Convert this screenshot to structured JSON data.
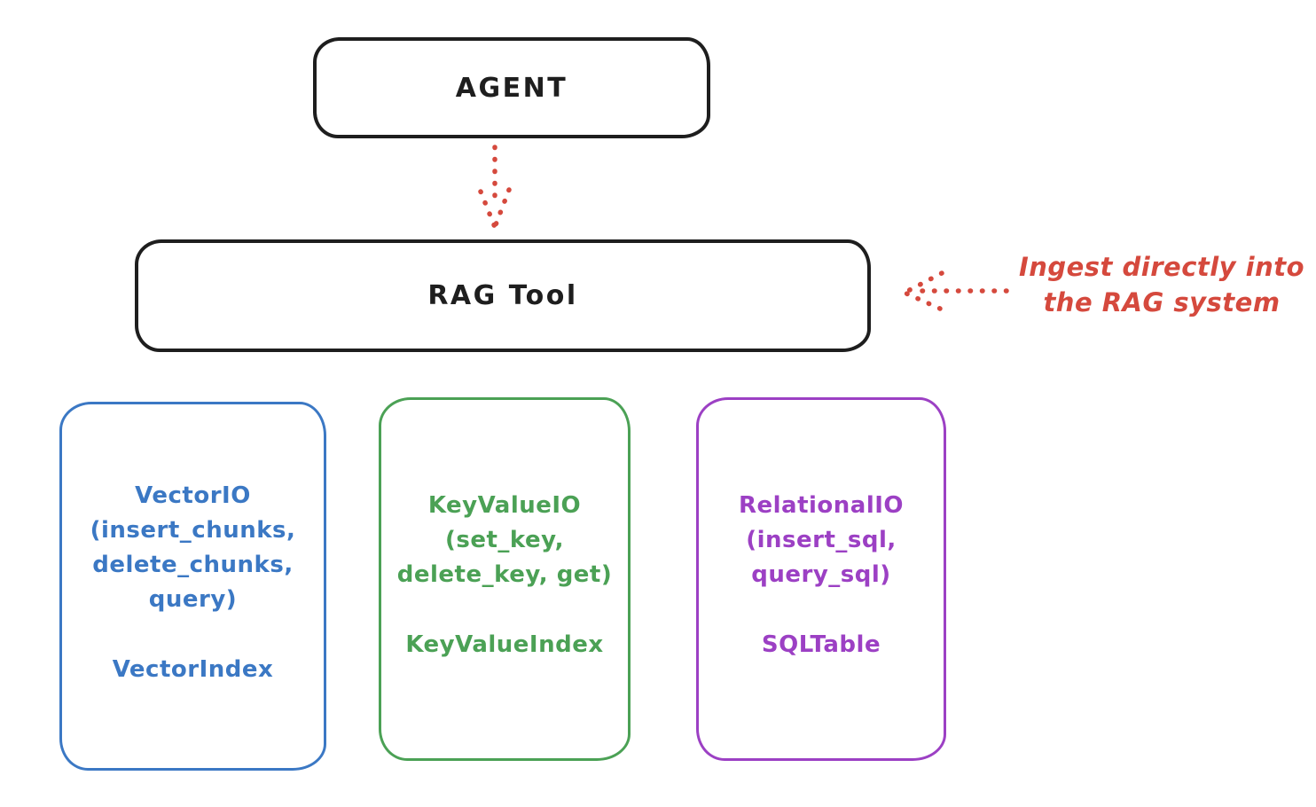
{
  "diagram": {
    "agent_box": {
      "label": "AGENT"
    },
    "rag_box": {
      "label": "RAG Tool"
    },
    "annotation": {
      "line1": "Ingest directly into",
      "line2": "the RAG system"
    },
    "arrows": {
      "agent_to_rag": "dotted-down-arrow",
      "ingest_to_rag": "dotted-left-arrow"
    },
    "backends": [
      {
        "name": "VectorIO",
        "lines": [
          "VectorIO",
          "(insert_chunks,",
          "delete_chunks,",
          "query)"
        ],
        "index_name": "VectorIndex",
        "color": "#3b78c4"
      },
      {
        "name": "KeyValueIO",
        "lines": [
          "KeyValueIO",
          "(set_key,",
          "delete_key, get)"
        ],
        "index_name": "KeyValueIndex",
        "color": "#4ba155"
      },
      {
        "name": "RelationalIO",
        "lines": [
          "RelationalIO",
          "(insert_sql,",
          "query_sql)"
        ],
        "index_name": "SQLTable",
        "color": "#9c40c4"
      }
    ],
    "colors": {
      "stroke_dark": "#1e1e1e",
      "red": "#d5493d",
      "background": "#ffffff"
    }
  }
}
